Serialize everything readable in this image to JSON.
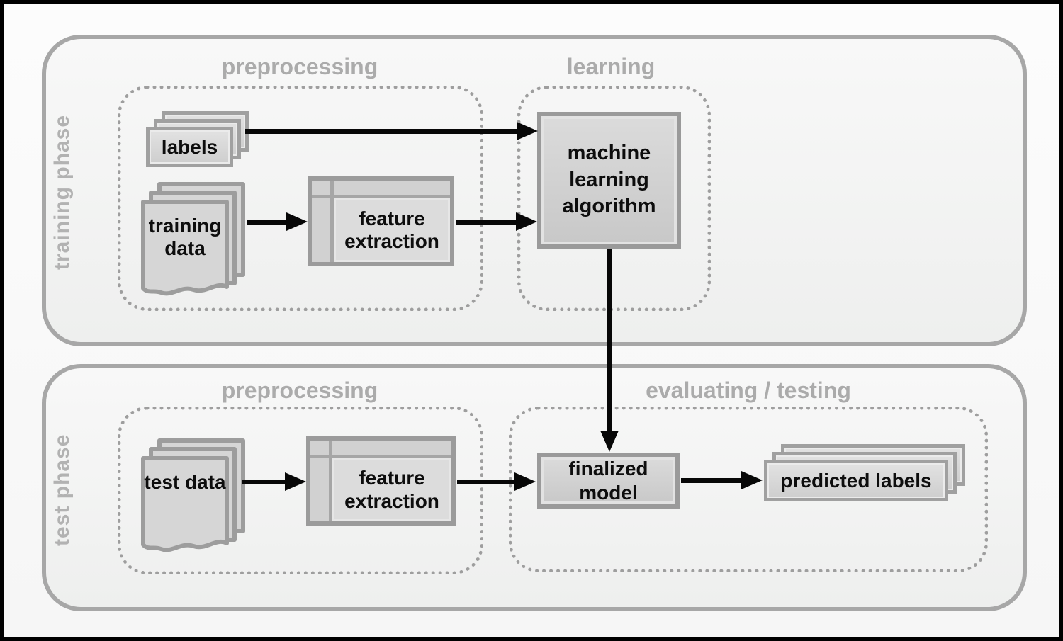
{
  "colors": {
    "frame": "#000000",
    "phase_border": "#a7a7a7",
    "dotted_border": "#9e9e9e",
    "node_border": "#9a9a9a",
    "node_fill": "#d2d2d2",
    "muted_text": "#ababab",
    "arrow": "#070707",
    "node_text": "#0d0d0d"
  },
  "icons": {
    "labels": "card-stack-icon",
    "training_data": "document-stack-icon",
    "test_data": "document-stack-icon",
    "feature_extraction": "table-icon",
    "predicted_labels": "card-stack-icon"
  },
  "training_phase": {
    "label": "training phase",
    "sections": {
      "preprocessing": {
        "title": "preprocessing"
      },
      "learning": {
        "title": "learning"
      }
    },
    "nodes": {
      "labels": {
        "label": "labels"
      },
      "training_data": {
        "label": "training data"
      },
      "feature_extraction": {
        "label": "feature extraction"
      },
      "ml_algorithm": {
        "label": "machine learning algorithm"
      }
    }
  },
  "test_phase": {
    "label": "test phase",
    "sections": {
      "preprocessing": {
        "title": "preprocessing"
      },
      "evaluating_testing": {
        "title": "evaluating / testing"
      }
    },
    "nodes": {
      "test_data": {
        "label": "test data"
      },
      "feature_extraction": {
        "label": "feature extraction"
      },
      "finalized_model": {
        "label": "finalized model"
      },
      "predicted_labels": {
        "label": "predicted labels"
      }
    }
  }
}
